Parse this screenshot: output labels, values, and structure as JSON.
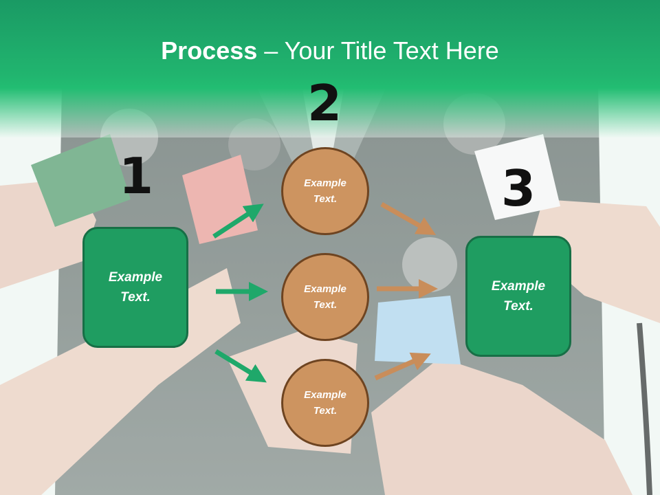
{
  "title": {
    "bold": "Process",
    "rest": " – Your Title Text Here"
  },
  "steps": [
    {
      "number": "1",
      "text": "Example Text."
    },
    {
      "number": "2"
    },
    {
      "number": "3",
      "text": "Example Text."
    }
  ],
  "circles": [
    {
      "text": "Example Text."
    },
    {
      "text": "Example Text."
    },
    {
      "text": "Example Text."
    }
  ],
  "colors": {
    "header_green": "#21b56f",
    "box_green": "#1f9d61",
    "box_border": "#176f46",
    "circle_fill": "#cd9460",
    "circle_border": "#6e4421",
    "green_arrow": "#1fa86a",
    "tan_arrow": "#c98d5a"
  }
}
